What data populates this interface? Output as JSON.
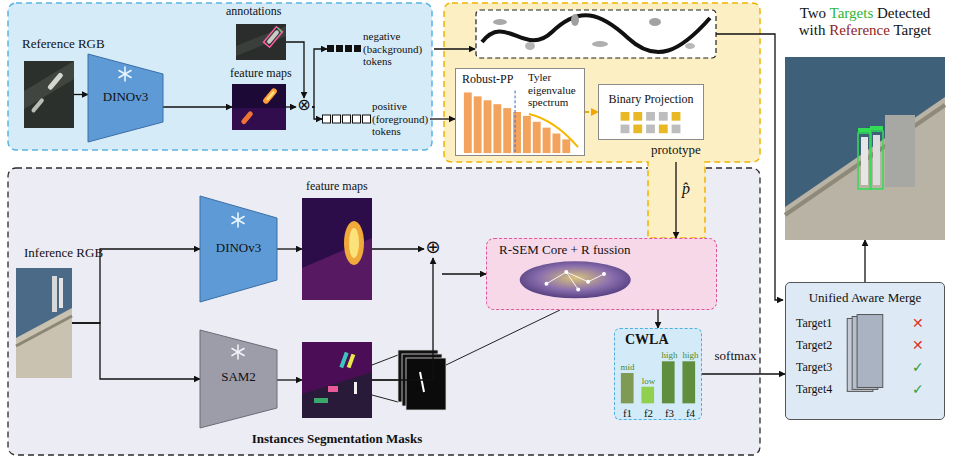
{
  "diagram": {
    "nodes": [
      {
        "text": [
          "Reference RGB"
        ]
      },
      {
        "text": [
          "DINOv3"
        ]
      },
      {
        "text": [
          "annotations"
        ]
      },
      {
        "text": [
          "feature maps"
        ]
      },
      {
        "text": [
          "⊗"
        ]
      },
      {
        "text": [
          "negative (background) tokens"
        ]
      },
      {
        "text": [
          "positive (foreground) tokens"
        ]
      },
      {
        "text": [
          "Robust-PP",
          "Tyler eigenvalue spectrum"
        ]
      },
      {
        "text": [
          "Binary Projection",
          "prototype"
        ]
      },
      {
        "text": [
          "Inference RGB"
        ]
      },
      {
        "text": [
          "DINOv3"
        ]
      },
      {
        "text": [
          "SAM2"
        ]
      },
      {
        "text": [
          "feature maps"
        ]
      },
      {
        "text": [
          "Instances Segmentation Masks"
        ]
      },
      {
        "text": [
          "⊕"
        ]
      },
      {
        "text": [
          "R-SEM Core + R fussion"
        ]
      },
      {
        "text": [
          "CWLA",
          "mid",
          "low",
          "high",
          "high",
          "f1",
          "f2",
          "f3",
          "f4"
        ]
      },
      {
        "text": [
          "Unified Aware Merge",
          "Target1",
          "Target2",
          "Target3",
          "Target4",
          "✕",
          "✕",
          "✓",
          "✓"
        ]
      },
      {
        "text": [
          "Two Targets Detected with Reference Target"
        ]
      }
    ],
    "edges": [
      {
        "from": 0,
        "to": 1,
        "arrow": "to"
      },
      {
        "from": 1,
        "to": 3,
        "arrow": "to"
      },
      {
        "from": 2,
        "to": 4,
        "arrow": "to"
      },
      {
        "from": 3,
        "to": 4,
        "arrow": "to"
      },
      {
        "from": 4,
        "to": 5,
        "arrow": "to"
      },
      {
        "from": 4,
        "to": 6,
        "arrow": "to"
      },
      {
        "from": 6,
        "to": 7,
        "arrow": "to"
      },
      {
        "from": 7,
        "to": 8,
        "arrow": "to"
      },
      {
        "from": 8,
        "to": 15,
        "label": "p̂",
        "arrow": "to"
      },
      {
        "from": 9,
        "to": 10,
        "arrow": "to"
      },
      {
        "from": 9,
        "to": 11,
        "arrow": "to"
      },
      {
        "from": 10,
        "to": 12,
        "arrow": "to"
      },
      {
        "from": 11,
        "to": 13,
        "arrow": "to"
      },
      {
        "from": 12,
        "to": 14,
        "arrow": "to"
      },
      {
        "from": 13,
        "to": 14,
        "arrow": "to"
      },
      {
        "from": 14,
        "to": 15,
        "arrow": "to"
      },
      {
        "from": 15,
        "to": 16,
        "arrow": "to"
      },
      {
        "from": 16,
        "to": 17,
        "label": "softmax",
        "arrow": "to"
      },
      {
        "from": 17,
        "to": 18,
        "arrow": "to"
      }
    ]
  }
}
